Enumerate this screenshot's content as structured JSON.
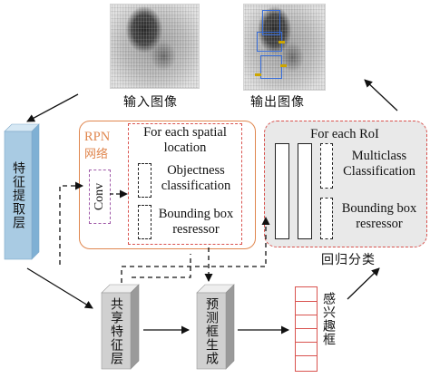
{
  "images": {
    "input_caption": "输入图像",
    "output_caption": "输出图像"
  },
  "feature_extraction": {
    "label": "特征提取层"
  },
  "rpn": {
    "title_en": "RPN",
    "title_cn": "网络",
    "conv_label": "Conv",
    "spatial_heading": "For each spatial location",
    "objectness_label": "Objectness classification",
    "bbox_label": "Bounding box resressor"
  },
  "roi": {
    "heading": "For each RoI",
    "multiclass_label": "Multiclass Classification",
    "bbox_label": "Bounding box resressor",
    "caption": "回归分类"
  },
  "shared_features": {
    "label": "共享特征层"
  },
  "proposal_generation": {
    "label": "预测框生成"
  },
  "roi_region": {
    "label": "感兴趣框"
  },
  "colors": {
    "rpn_border": "#e0874f",
    "rpn_text": "#e0874f",
    "roi_border": "#d9534f",
    "roi_fill": "#e9e9e9",
    "feature_block": "#a9cbe3",
    "detection_box": "#3b6fd6",
    "detection_tag": "#c9a400"
  }
}
